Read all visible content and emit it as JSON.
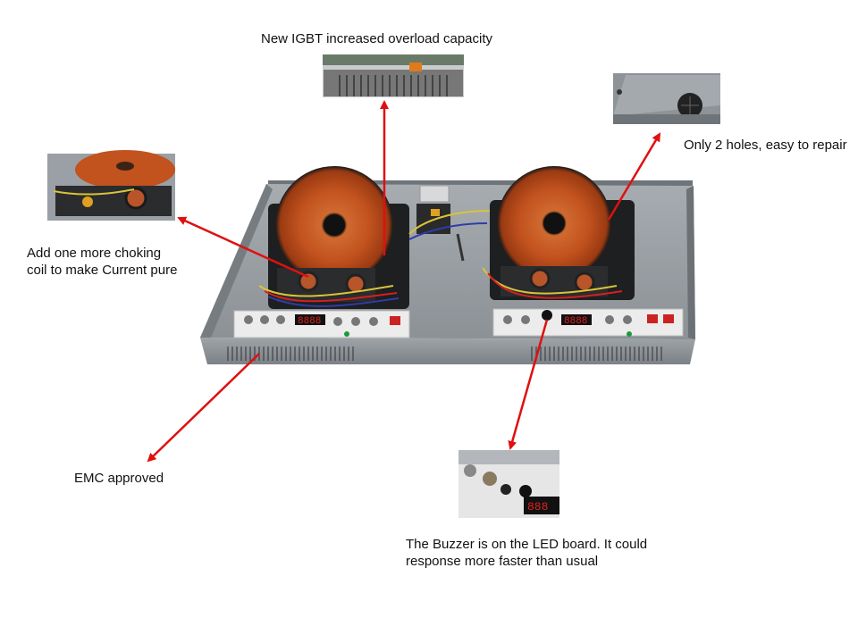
{
  "annotations": {
    "igbt": "New IGBT increased overload capacity",
    "holes": "Only 2 holes, easy to repair",
    "choking_line1": "Add one more choking",
    "choking_line2": "coil to make Current pure",
    "emc": "EMC approved",
    "buzzer_line1": "The Buzzer is on the LED board. It could",
    "buzzer_line2": "response more faster than usual"
  },
  "display_digits": {
    "main_left": "8888",
    "main_right": "8888",
    "buzzer_inset": "888"
  },
  "colors": {
    "arrow": "#e01010",
    "coil_copper": "#c2521e",
    "chassis": "#8a8f94"
  }
}
